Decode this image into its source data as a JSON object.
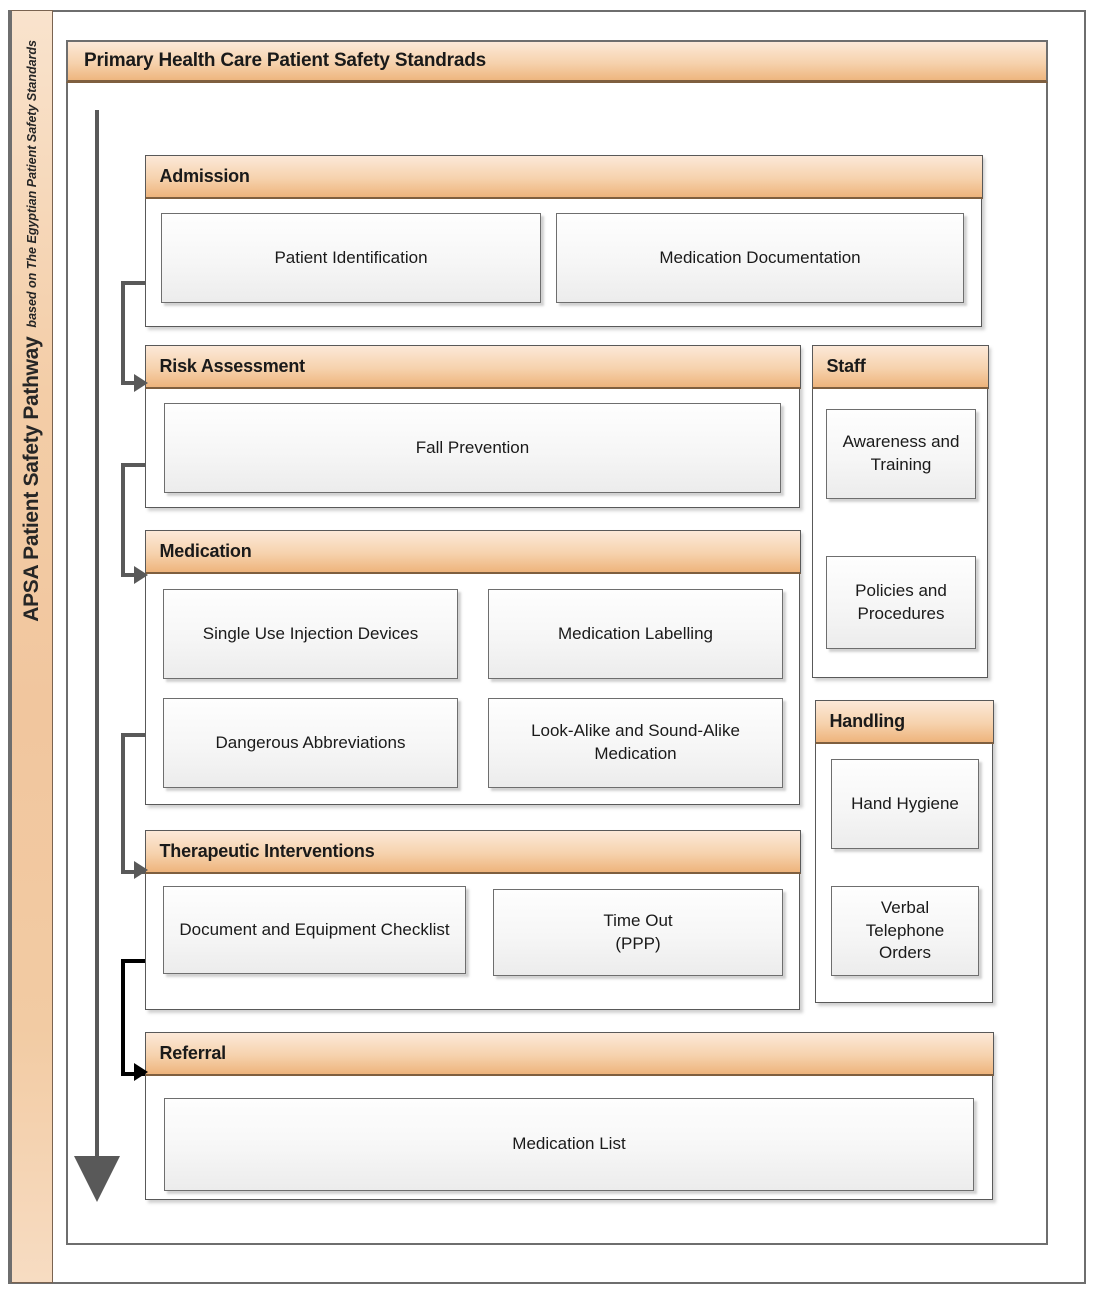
{
  "header": {
    "title": "Primary Health Care Patient Safety Standrads"
  },
  "sidebar": {
    "title": "APSA Patient Safety Pathway",
    "subtitle": "based on The Egyptian Patient Safety Standards"
  },
  "sections": {
    "admission": {
      "title": "Admission",
      "boxes": {
        "patient_identification": "Patient Identification",
        "medication_documentation": "Medication Documentation"
      }
    },
    "risk_assessment": {
      "title": "Risk Assessment",
      "boxes": {
        "fall_prevention": "Fall Prevention"
      }
    },
    "staff": {
      "title": "Staff",
      "boxes": {
        "awareness_training": "Awareness and Training",
        "policies_procedures": "Policies and Procedures"
      }
    },
    "medication": {
      "title": "Medication",
      "boxes": {
        "single_use": "Single Use Injection Devices",
        "labelling": "Medication Labelling",
        "dangerous_abbreviations": "Dangerous Abbreviations",
        "look_alike": "Look-Alike and Sound-Alike Medication"
      }
    },
    "handling": {
      "title": "Handling",
      "boxes": {
        "hand_hygiene": "Hand Hygiene",
        "verbal_orders": "Verbal Telephone Orders"
      }
    },
    "therapeutic": {
      "title": "Therapeutic Interventions",
      "boxes": {
        "document_checklist": "Document and Equipment Checklist",
        "time_out_line1": "Time Out",
        "time_out_line2": "(PPP)"
      }
    },
    "referral": {
      "title": "Referral",
      "boxes": {
        "medication_list": "Medication List"
      }
    }
  },
  "colors": {
    "header_gradient_top": "#fce9d8",
    "header_gradient_bottom": "#eeb47c",
    "header_underline": "#7f5f3f",
    "section_border": "#595959",
    "box_border": "#6e6e6e",
    "box_fill_bottom": "#ececec",
    "arrow": "#595959",
    "final_connector": "#000000",
    "sidebar_fill": "#f2c9a4"
  }
}
